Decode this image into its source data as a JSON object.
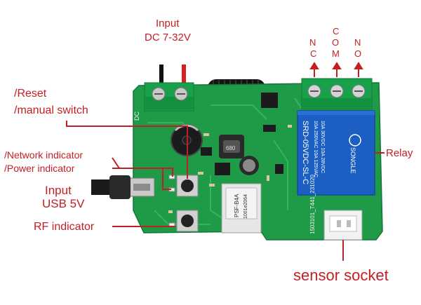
{
  "labels": {
    "input_dc_line1": "Input",
    "input_dc_line2": "DC 7-32V",
    "terminal_nc_1": "N",
    "terminal_nc_2": "C",
    "terminal_com_1": "C",
    "terminal_com_2": "O",
    "terminal_com_3": "M",
    "terminal_no_1": "N",
    "terminal_no_2": "O",
    "reset_line1": "/Reset",
    "reset_line2": "/manual switch",
    "network_indicator": "/Network indicator",
    "power_indicator": "/Power indicator",
    "input_usb_line1": "Input",
    "input_usb_line2": "USB 5V",
    "rf_indicator": "RF indicator",
    "relay": "Relay",
    "sensor_socket": "sensor socket"
  },
  "board_text": {
    "dc": "DC",
    "relay_brand": "SONGLE",
    "relay_model": "SRD-05VDC-SL-C",
    "relay_rating1": "10A 250VAC  10A 125VAC",
    "relay_rating2": "10A 30VDC  10A 28VDC",
    "module_model": "PSF-B4A",
    "module_code": "1001e2064",
    "inductor": "680",
    "pcb_code": "1503101_T441_231020"
  },
  "colors": {
    "label_red": "#c21f24",
    "pcb_green": "#1f9b48",
    "terminal_green": "#18a14a",
    "relay_blue": "#1c5fc2"
  }
}
